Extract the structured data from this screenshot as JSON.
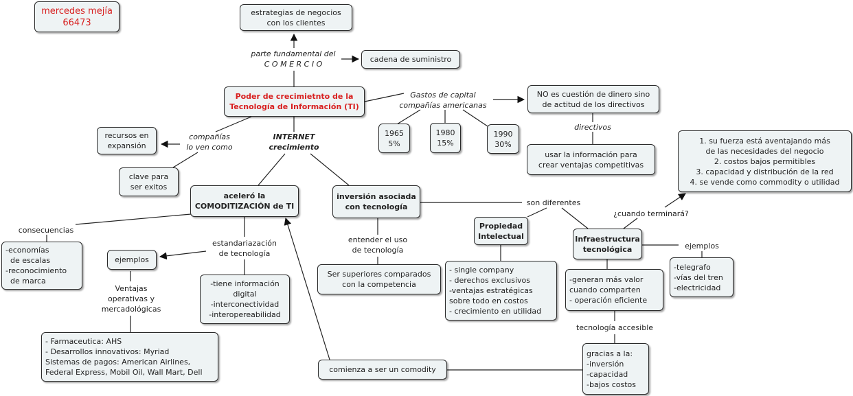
{
  "author": {
    "name": "mercedes mejía",
    "code": "66473",
    "color": "#d81f1f"
  },
  "center": {
    "line1": "Poder de crecimietnto de la",
    "line2": "Tecnología de Información (TI)",
    "color": "#d81f1f"
  },
  "top": {
    "strategies": [
      "estrategias de negocios",
      "con los clientes"
    ],
    "supply": "cadena de suministro",
    "link_label": [
      "parte fundamental del",
      "C O M E R C I O"
    ]
  },
  "capital": {
    "label": [
      "Gastos de capital",
      "compañías americanas"
    ],
    "y1965": [
      "1965",
      "5%"
    ],
    "y1980": [
      "1980",
      "15%"
    ],
    "y1990": [
      "1990",
      "30%"
    ],
    "attitude": [
      "NO es cuestión de dinero sino",
      "de actitud de los directivos"
    ],
    "directivos_label": "directivos",
    "advantage": [
      "usar la información para",
      "crear ventajas competitivas"
    ]
  },
  "companies": {
    "label": [
      "compañías",
      "lo ven como"
    ],
    "resources": [
      "recursos en",
      "expansión"
    ],
    "key": [
      "clave para",
      "ser exitos"
    ]
  },
  "internet": {
    "line1": "INTERNET",
    "line2": "crecimiento"
  },
  "commoditization": {
    "node": [
      "aceleró la",
      "COMODITIZACIÓN de TI"
    ],
    "consequences_label": "consecuencias",
    "consequences": [
      "-economías",
      "  de escalas",
      "-reconocimiento",
      "  de marca"
    ],
    "standard_label": [
      "estandariazación",
      "de tecnología"
    ],
    "examples": "ejemplos",
    "advantages_label": [
      "Ventajas",
      "operativas y",
      "mercadológicas"
    ],
    "companies_list": [
      "- Farmaceutica: AHS",
      "- Desarrollos innovativos: Myriad",
      "Sistemas de pagos: American Airlines,",
      "Federal Express, Mobil Oil, Wall Mart, Dell"
    ],
    "info": [
      "-tiene información",
      "digital",
      "-interconectividad",
      "-interopereabilidad"
    ],
    "comodity": "comienza  a ser un comodity"
  },
  "investment": {
    "node": [
      "inversión asociada",
      "con tecnología"
    ],
    "use_label": [
      "entender el uso",
      "de tecnología"
    ],
    "superior": [
      "Ser superiores comparados",
      "con la competencia"
    ],
    "different_label": "son diferentes"
  },
  "property": {
    "node": [
      "Propiedad",
      "Intelectual"
    ],
    "list": [
      "- single company",
      "- derechos exclusivos",
      "-ventajas estratégicas",
      "sobre todo en costos",
      "- crecimiento en utilidad"
    ]
  },
  "infra": {
    "node": [
      "Infraestructura",
      "tecnológica"
    ],
    "value": [
      "-generan más valor",
      "cuando comparten",
      "- operación eficiente"
    ],
    "examples_label": "ejemplos",
    "examples": [
      "-telegrafo",
      "-vías del tren",
      "-electricidad"
    ],
    "end_label": "¿cuando terminará?",
    "reasons": [
      "1. su fuerza está aventajando más",
      "de las necesidades del negocio",
      "2. costos bajos permitibles",
      "3. capacidad y distribución de la red",
      "4. se vende como commodity o utilidad"
    ],
    "access_label": "tecnología accesible",
    "thanks": [
      "gracias a la:",
      "-inversión",
      "-capacidad",
      "-bajos costos"
    ]
  }
}
